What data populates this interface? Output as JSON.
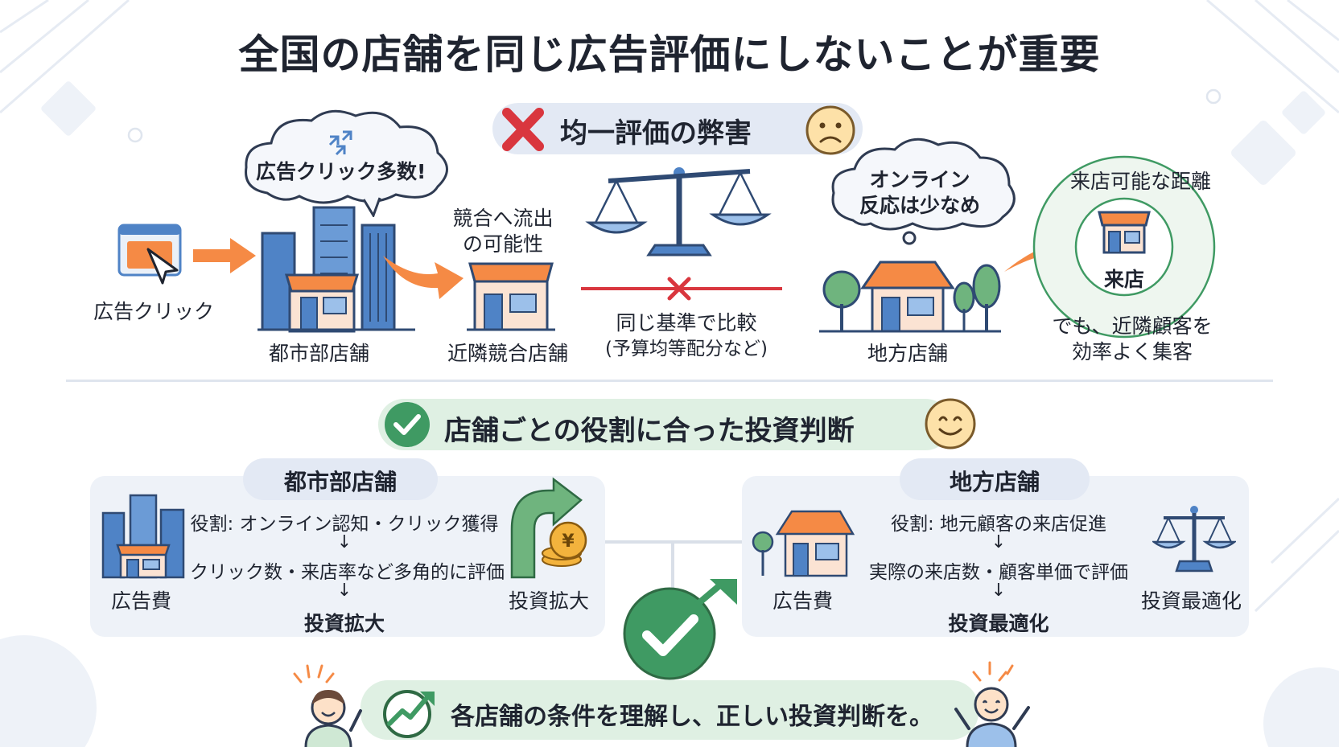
{
  "title": "全国の店舗を同じ広告評価にしないことが重要",
  "bad": {
    "heading": "均一評価の弊害",
    "icon": "cross-mark-icon",
    "face": "sad-face-icon",
    "cloud_urban": "広告クリック多数!",
    "ad_click": "広告クリック",
    "urban_store": "都市部店舗",
    "outflow_line1": "競合へ流出",
    "outflow_line2": "の可能性",
    "competitor_store": "近隣競合店舗",
    "compare_line1": "同じ基準で比較",
    "compare_line2": "(予算均等配分など)",
    "cloud_rural_line1": "オンライン",
    "cloud_rural_line2": "反応は少なめ",
    "rural_store": "地方店舗",
    "distance_label": "来店可能な距離",
    "visit_label": "来店",
    "rural_note_line1": "でも、近隣顧客を",
    "rural_note_line2": "効率よく集客"
  },
  "good": {
    "heading": "店舗ごとの役割に合った投資判断",
    "icon": "check-circle-icon",
    "face": "smile-face-icon",
    "urban": {
      "tab": "都市部店舗",
      "ad_cost": "広告費",
      "role": "役割: オンライン認知・クリック獲得",
      "arrow1": "↓",
      "eval": "クリック数・来店率など多角的に評価",
      "arrow2": "↓",
      "result": "投資拡大",
      "side_label": "投資拡大"
    },
    "rural": {
      "tab": "地方店舗",
      "ad_cost": "広告費",
      "role": "役割: 地元顧客の来店促進",
      "arrow1": "↓",
      "eval": "実際の来店数・顧客単価で評価",
      "arrow2": "↓",
      "result": "投資最適化",
      "side_label": "投資最適化"
    }
  },
  "footer": {
    "message": "各店舗の条件を理解し、正しい投資判断を。"
  },
  "colors": {
    "orange": "#f58a45",
    "blue": "#4f83c6",
    "navy": "#2f4a73",
    "green": "#3f9a63",
    "red": "#d9363e",
    "pill_blue": "#e3e9f4",
    "pill_green": "#dff0e3",
    "card_bg": "#eef2f8"
  }
}
